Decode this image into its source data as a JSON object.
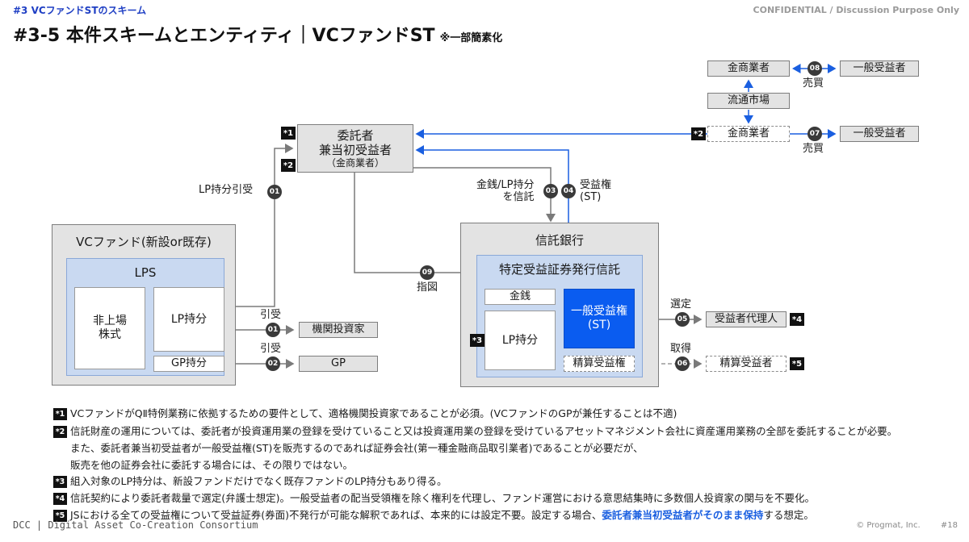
{
  "header": {
    "section_tag": "#3  VCファンドSTのスキーム",
    "confidential": "CONFIDENTIAL / Discussion Purpose Only",
    "title": "#3-5 本件スキームとエンティティ｜VCファンドST",
    "title_note": "※一部簡素化"
  },
  "diagram": {
    "trustor_line1": "委託者",
    "trustor_line2": "兼当初受益者",
    "trustor_line3": "（金商業者）",
    "vc_fund": "VCファンド(新設or既存)",
    "lps": "LPS",
    "unlisted_line1": "非上場",
    "unlisted_line2": "株式",
    "lp_share": "LP持分",
    "gp_share": "GP持分",
    "institutional": "機関投資家",
    "gp": "GP",
    "trust_bank": "信託銀行",
    "trust_type": "特定受益証券発行信託",
    "money": "金銭",
    "trust_lp_share": "LP持分",
    "general_benefit_line1": "一般受益権",
    "general_benefit_line2": "(ST)",
    "settlement_right": "精算受益権",
    "beneficiary_agent": "受益者代理人",
    "settlement_beneficiary": "精算受益者",
    "dealer_top": "金商業者",
    "general_top": "一般受益者",
    "secondary_market": "流通市場",
    "dealer_mid": "金商業者",
    "general_mid": "一般受益者"
  },
  "labels": {
    "lp_transfer": "LP持分引受",
    "money_trust_line1": "金銭/LP持分",
    "money_trust_line2": "を信託",
    "benefit_st_line1": "受益権",
    "benefit_st_line2": "(ST)",
    "instruction": "指図",
    "sale_top": "売買",
    "sale_mid": "売買",
    "subscribe1": "引受",
    "subscribe2": "引受",
    "select": "選定",
    "acquire": "取得"
  },
  "steps": {
    "s01a": "01",
    "s01b": "01",
    "s02": "02",
    "s03": "03",
    "s04": "04",
    "s05": "05",
    "s06": "06",
    "s07": "07",
    "s08": "08",
    "s09": "09"
  },
  "stars": {
    "st1": "*1",
    "st2": "*2",
    "st2b": "*2",
    "st3": "*3",
    "st4": "*4",
    "st5": "*5"
  },
  "notes": {
    "n1_mark": "*1",
    "n1": "VCファンドがQⅡ特例業務に依拠するための要件として、適格機関投資家であることが必須。(VCファンドのGPが兼任することは不適)",
    "n2_mark": "*2",
    "n2": "信託財産の運用については、委託者が投資運用業の登録を受けていること又は投資運用業の登録を受けているアセットマネジメント会社に資産運用業務の全部を委託することが必要。",
    "n2b": "また、委託者兼当初受益者が一般受益権(ST)を販売するのであれば証券会社(第一種金融商品取引業者)であることが必要だが、",
    "n2c": "販売を他の証券会社に委託する場合には、その限りではない。",
    "n3_mark": "*3",
    "n3": "組入対象のLP持分は、新設ファンドだけでなく既存ファンドのLP持分もあり得る。",
    "n4_mark": "*4",
    "n4": "信託契約により委託者裁量で選定(弁護士想定)。一般受益者の配当受領権を除く権利を代理し、ファンド運営における意思結集時に多数個人投資家の関与を不要化。",
    "n5_mark": "*5",
    "n5_pre": "JSにおける全ての受益権について受益証券(券面)不発行が可能な解釈であれば、本来的には設定不要。設定する場合、",
    "n5_hl": "委託者兼当初受益者がそのまま保持",
    "n5_post": "する想定。"
  },
  "footer": {
    "org": "DCC | Digital Asset Co-Creation Consortium",
    "copyright": "© Progmat, Inc.",
    "page": "#18"
  },
  "colors": {
    "accent_blue": "#1a5fe0",
    "st_box": "#0a5cf0",
    "section_tag": "#1f3fc4",
    "gray_box": "#e3e3e3",
    "panel_blue": "#c9d9f1"
  }
}
